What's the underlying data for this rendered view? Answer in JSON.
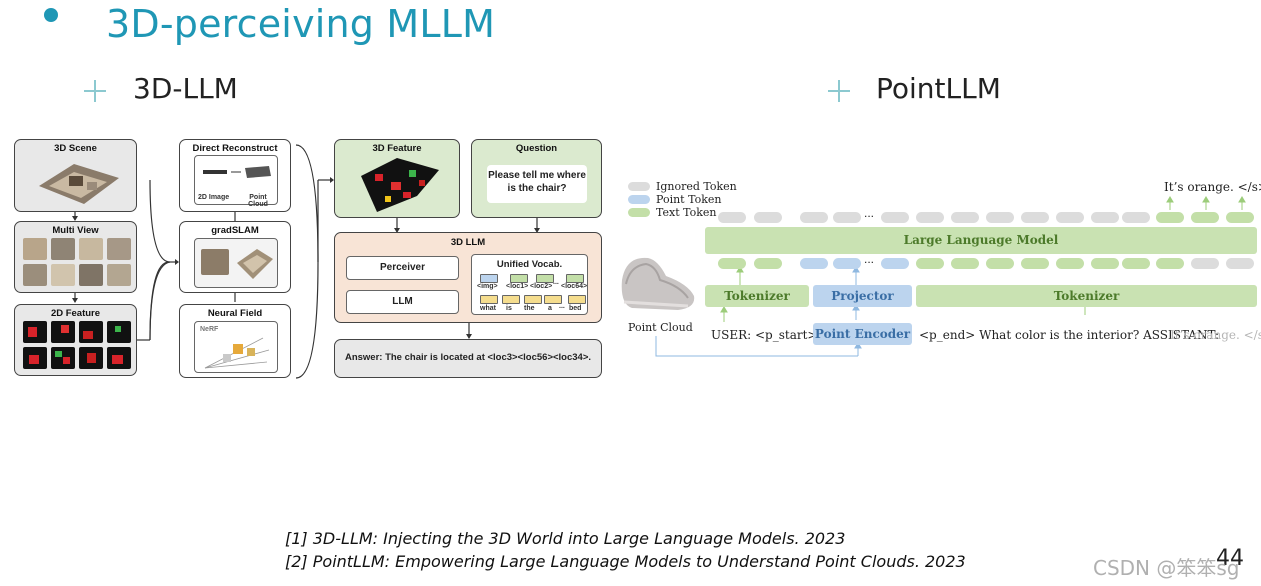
{
  "page": {
    "title": "3D-perceiving MLLM",
    "page_number": "44",
    "watermark": "CSDN @笨笨sg"
  },
  "left": {
    "heading": "3D-LLM",
    "scene_label": "3D Scene",
    "multiview_label": "Multi View",
    "feature2d_label": "2D Feature",
    "direct_label": "Direct Reconstruct",
    "img2d_label": "2D Image",
    "pointcloud_label": "Point Cloud",
    "gradslam_label": "gradSLAM",
    "neural_label": "Neural Field",
    "nerf_label": "NeRF",
    "feature3d_label": "3D Feature",
    "question_label": "Question",
    "question_text": "Please tell me where is the chair?",
    "llm3d_label": "3D LLM",
    "perceiver_label": "Perceiver",
    "llm_label": "LLM",
    "vocab_label": "Unified Vocab.",
    "vocab_row1": [
      "<img>",
      "<loc1>",
      "<loc2>",
      "...",
      "<loc64>"
    ],
    "vocab_row2": [
      "what",
      "is",
      "the",
      "a",
      "...",
      "bed"
    ],
    "answer_text": "Answer: The chair is located at <loc3><loc56><loc34>."
  },
  "right": {
    "heading": "PointLLM",
    "legend": [
      "Ignored Token",
      "Point Token",
      "Text Token"
    ],
    "output_text": "It’s orange. </s>",
    "llm_band": "Large Language Model",
    "tokenizer1": "Tokenizer",
    "projector": "Projector",
    "tokenizer2": "Tokenizer",
    "point_encoder": "Point Encoder",
    "point_cloud_label": "Point Cloud",
    "user_text": "USER: <p_start>",
    "prompt_text": "<p_end> What color is the interior? ASSISTANT:",
    "answer_faded": "It’s orange. </s>",
    "dots": "...",
    "colors": {
      "ignored": "#dcdcdc",
      "point": "#bcd4ee",
      "text": "#c3dfa8"
    }
  },
  "references": [
    "[1] 3D-LLM: Injecting the 3D World into Large Language Models. 2023",
    "[2] PointLLM: Empowering Large Language Models to Understand Point Clouds. 2023"
  ]
}
